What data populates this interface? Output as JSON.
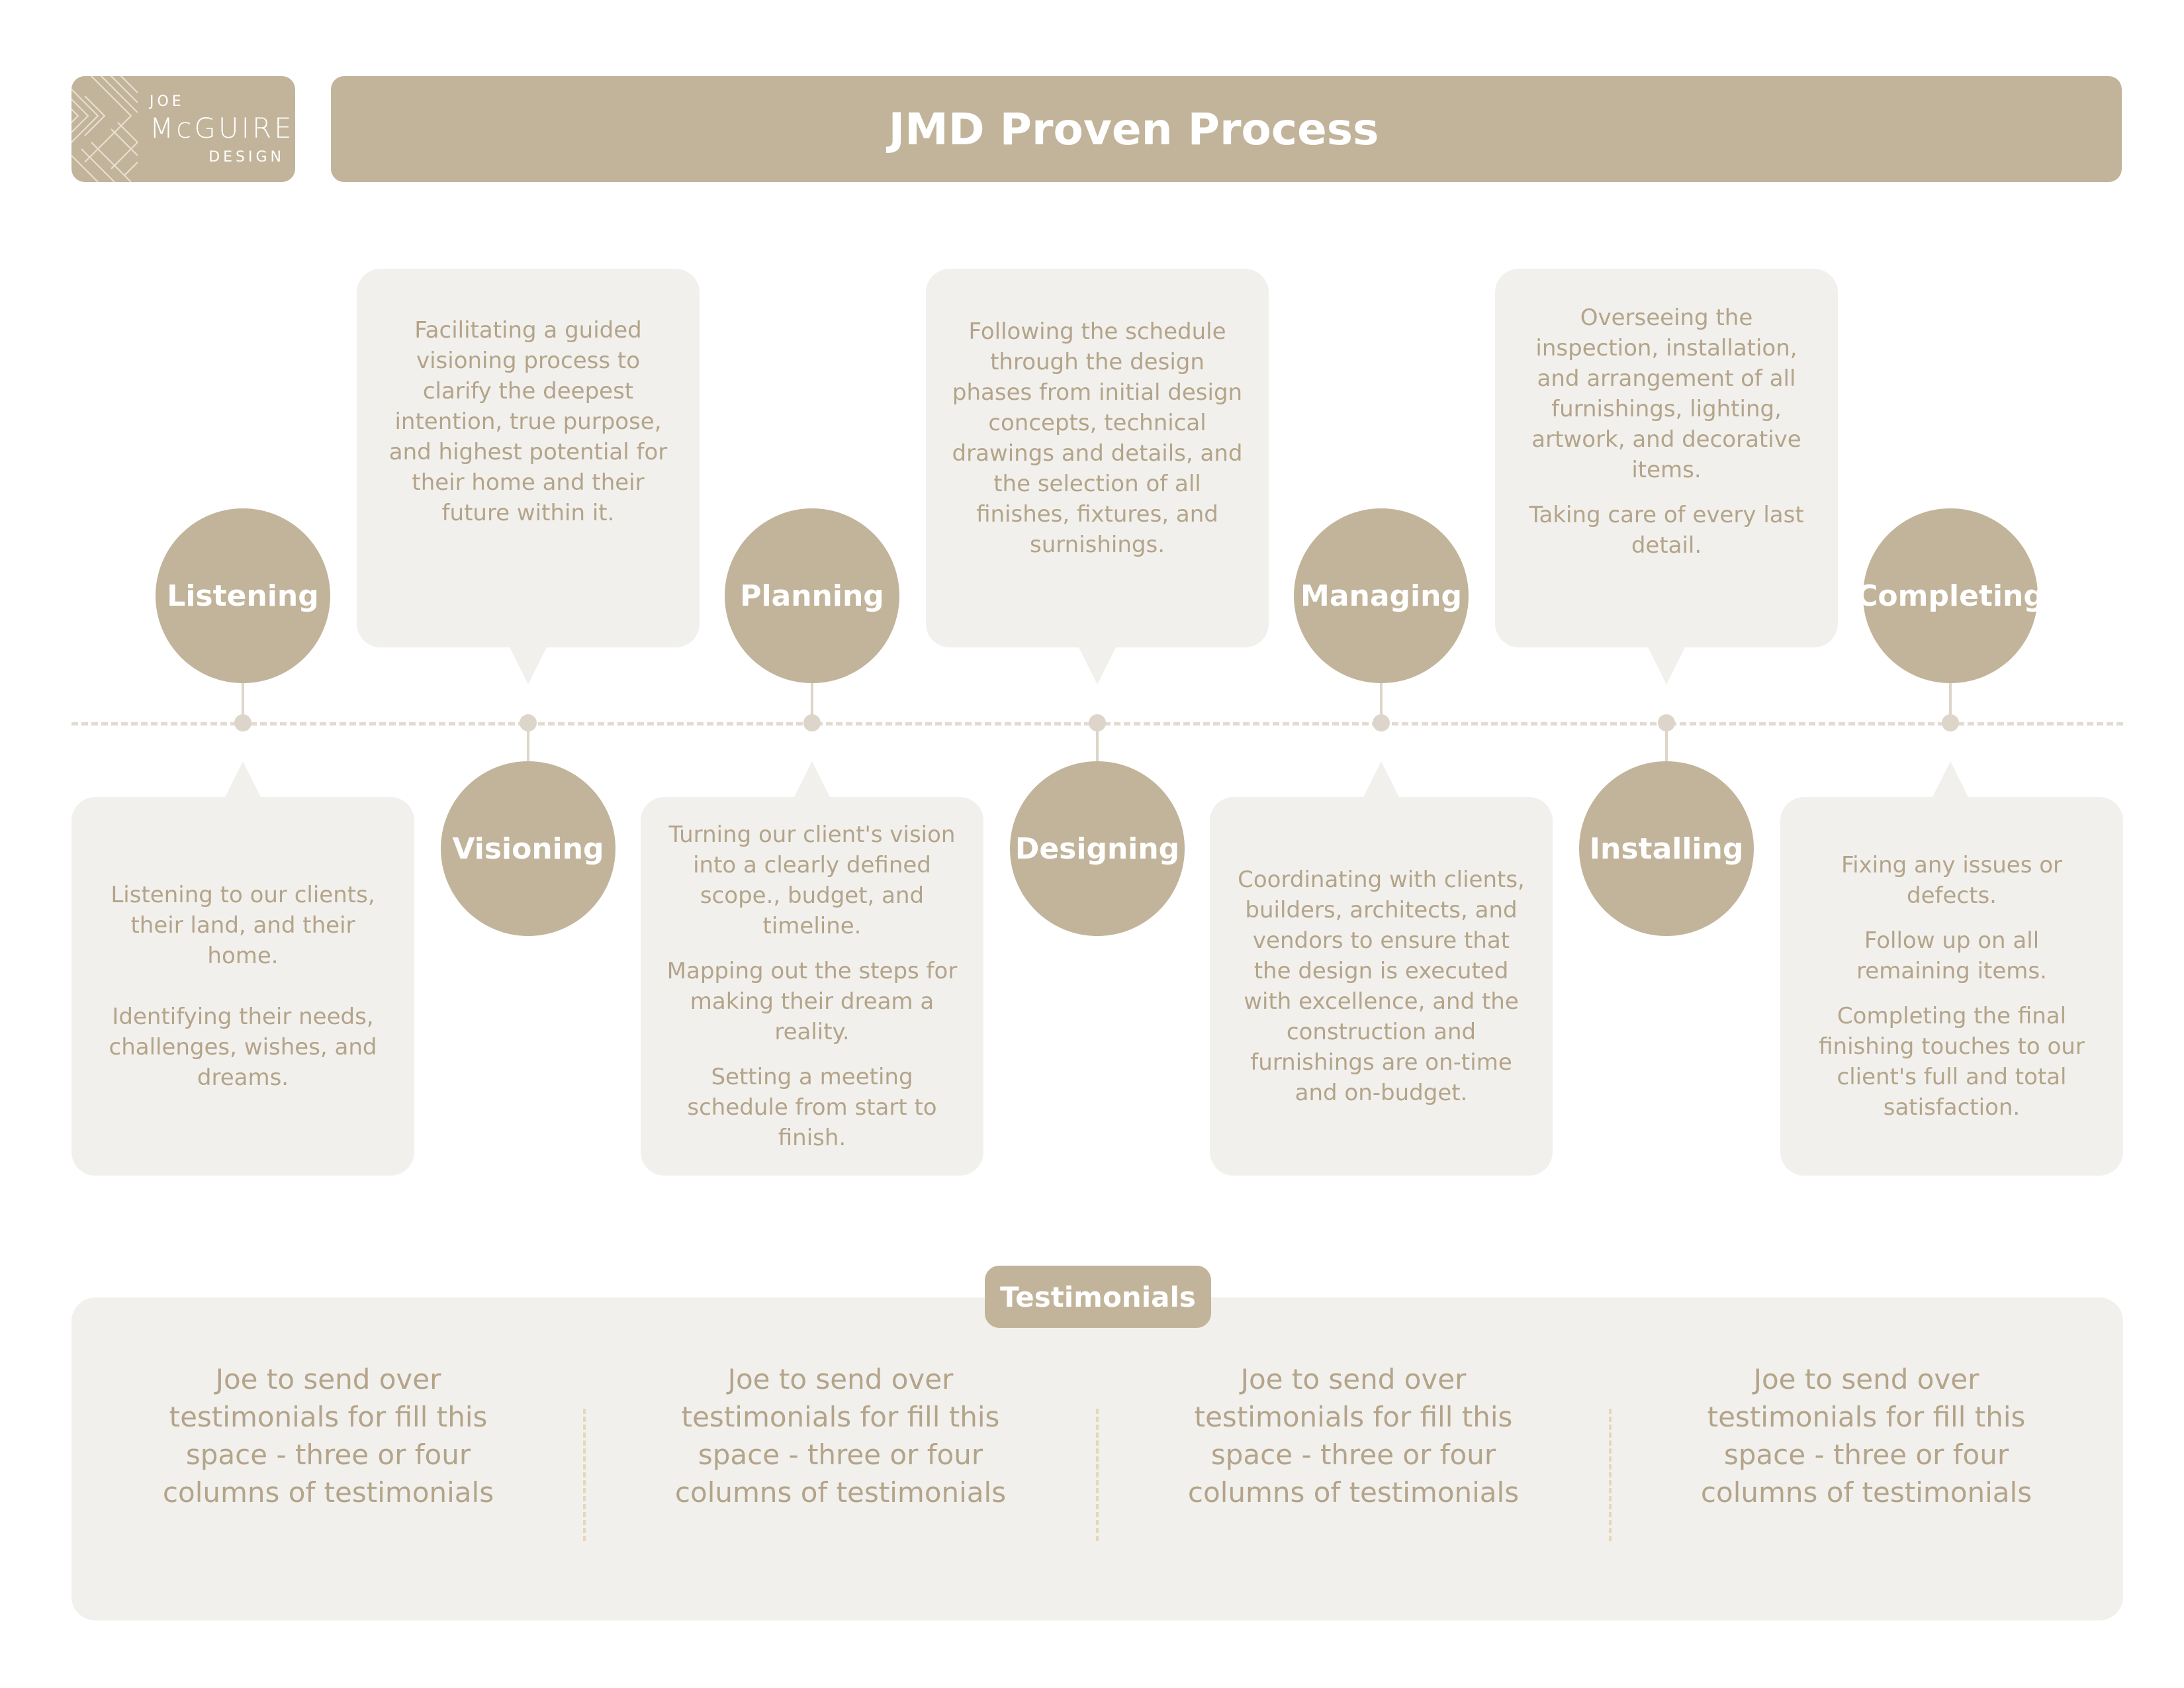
{
  "logo": {
    "line1": "JOE",
    "line2": "McGUIRE",
    "line3": "DESIGN"
  },
  "title": "JMD Proven Process",
  "steps": [
    {
      "label": "Listening",
      "paragraphs": [
        "Listening to our clients, their land, and their home.",
        "Identifying their needs, challenges, wishes, and dreams."
      ]
    },
    {
      "label": "Visioning",
      "paragraphs": [
        "Facilitating a guided visioning process to clarify the deepest intention, true purpose, and highest potential for their home and their future within it."
      ]
    },
    {
      "label": "Planning",
      "paragraphs": [
        "Turning our client's vision into a clearly defined scope., budget, and timeline.",
        "Mapping out the steps for making their dream a reality.",
        "Setting a meeting schedule from start to finish."
      ]
    },
    {
      "label": "Designing",
      "paragraphs": [
        "Following the schedule through the design phases from initial design concepts, technical drawings and details, and the selection of all finishes, fixtures, and surnishings."
      ]
    },
    {
      "label": "Managing",
      "paragraphs": [
        "Coordinating with clients, builders, architects, and vendors to ensure that the design is executed with excellence, and the construction and furnishings are on-time and on-budget."
      ]
    },
    {
      "label": "Installing",
      "paragraphs": [
        "Overseeing the inspection, installation, and arrangement of all furnishings, lighting, artwork, and decorative items.",
        "Taking care of every last detail."
      ]
    },
    {
      "label": "Completing",
      "paragraphs": [
        "Fixing any issues or defects.",
        "Follow up on all remaining items.",
        "Completing the final finishing touches to our client's full and total satisfaction."
      ]
    }
  ],
  "testimonials": {
    "label": "Testimonials",
    "items": [
      "Joe to send over testimonials for fill this space - three or four columns of testimonials",
      "Joe to send over testimonials for fill this space - three or four columns of testimonials",
      "Joe to send over testimonials for fill this space - three or four columns of testimonials",
      "Joe to send over testimonials for fill this space - three or four columns of testimonials"
    ]
  },
  "colors": {
    "accent": "#c2b49a",
    "card": "#f2f0ec",
    "text": "#b3a48a",
    "line": "#e2dbd0"
  }
}
